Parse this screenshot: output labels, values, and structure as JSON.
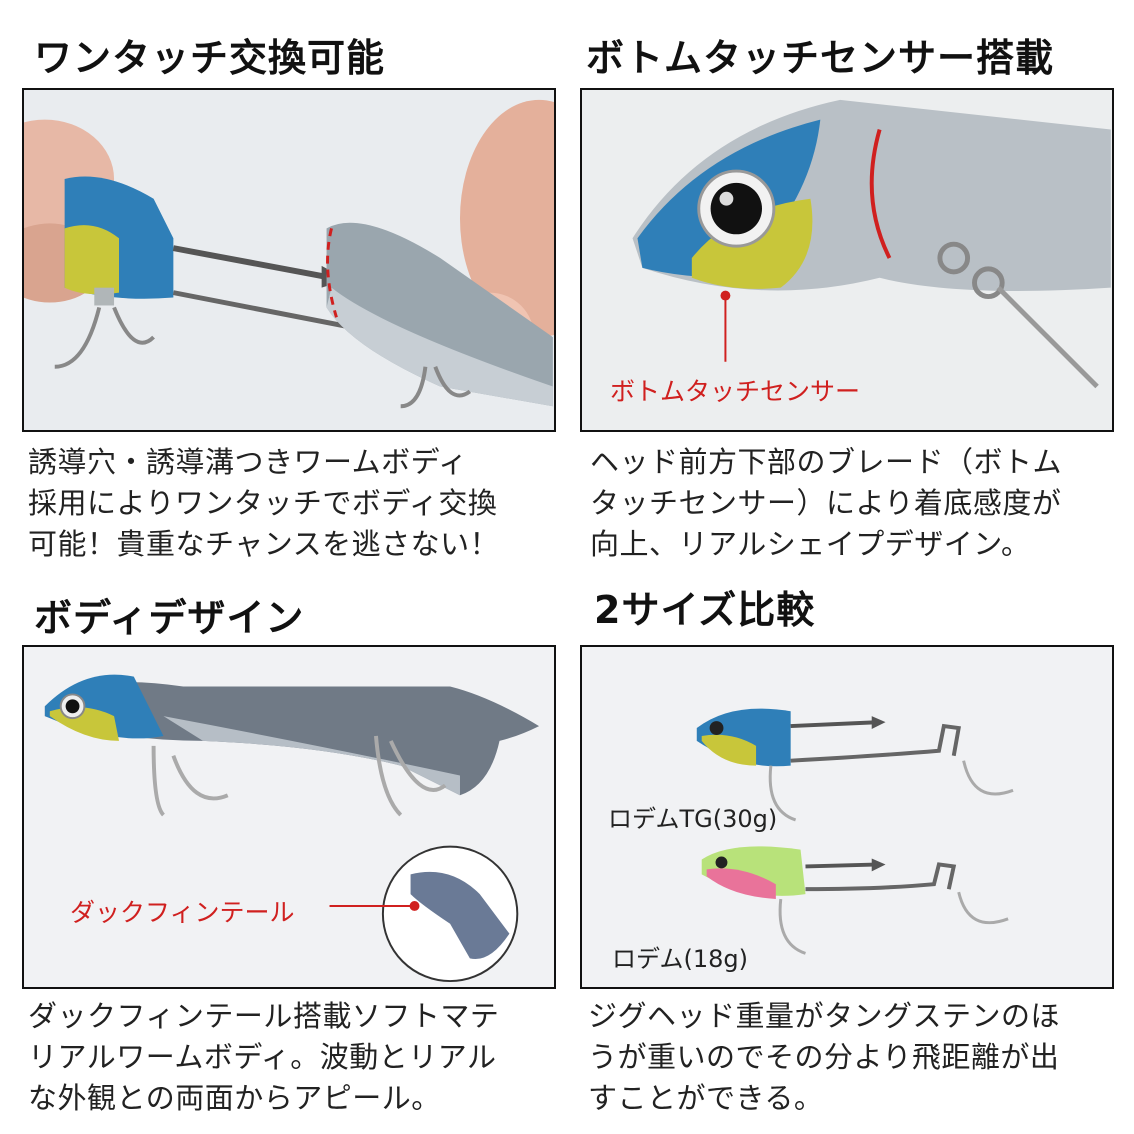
{
  "sections": [
    {
      "title": "ワンタッチ交換可能",
      "description": "誘導穴・誘導溝つきワームボディ\n採用によりワンタッチでボディ交換\n可能！貴重なチャンスを逃さない！"
    },
    {
      "title": "ボトムタッチセンサー搭載",
      "callout": "ボトムタッチセンサー",
      "description": "ヘッド前方下部のブレード（ボトム\nタッチセンサー）により着底感度が\n向上、リアルシェイプデザイン。"
    },
    {
      "title": "ボディデザイン",
      "callout": "ダックフィンテール",
      "description": "ダックフィンテール搭載ソフトマテ\nリアルワームボディ。波動とリアル\nな外観との両面からアピール。"
    },
    {
      "title": "2サイズ比較",
      "labels": [
        "ロデムTG(30g)",
        "ロデム(18g)"
      ],
      "description": "ジグヘッド重量がタングステンのほ\nうが重いのでその分より飛距離が出\nすことができる。"
    }
  ],
  "colors": {
    "callout_red": "#d0201f",
    "border": "#111111",
    "lure_blue": "#2f7fb8",
    "lure_yellow": "#c8c63a",
    "lure_pink": "#e9739a",
    "lure_green": "#b8e27a"
  }
}
